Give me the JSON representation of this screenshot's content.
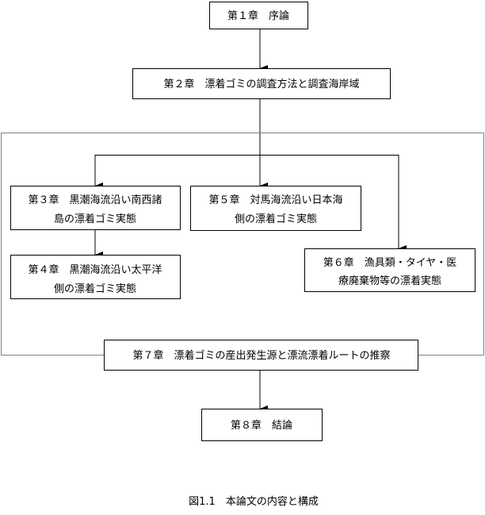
{
  "chapters": {
    "ch1": {
      "line1": "第１章　序論"
    },
    "ch2": {
      "line1": "第２章　漂着ゴミの調査方法と調査海岸域"
    },
    "ch3": {
      "line1": "第３章　黒潮海流沿い南西諸",
      "line2": "島の漂着ゴミ実態"
    },
    "ch4": {
      "line1": "第４章　黒潮海流沿い太平洋",
      "line2": "側の漂着ゴミ実態"
    },
    "ch5": {
      "line1": "第５章　対馬海流沿い日本海",
      "line2": "側の漂着ゴミ実態"
    },
    "ch6": {
      "line1": "第６章　漁具類・タイヤ・医",
      "line2": "療廃棄物等の漂着実態"
    },
    "ch7": {
      "line1": "第７章　漂着ゴミの産出発生源と漂流漂着ルートの推察"
    },
    "ch8": {
      "line1": "第８章　結論"
    }
  },
  "caption": "図1.1　本論文の内容と構成"
}
